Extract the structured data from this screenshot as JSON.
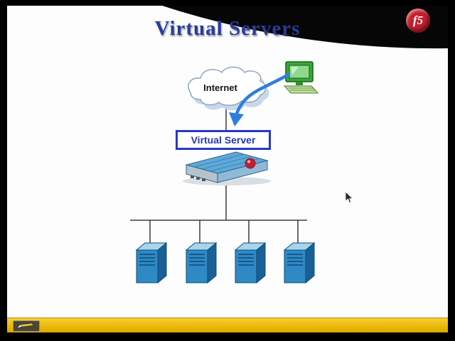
{
  "slide": {
    "title": "Virtual Servers"
  },
  "logo": {
    "text": "f5"
  },
  "diagram": {
    "internet_label": "Internet",
    "virtual_server_label": "Virtual Server",
    "server_count": 4,
    "icons": [
      "internet-cloud-icon",
      "workstation-icon",
      "traffic-arrow-icon",
      "bigip-appliance-icon",
      "f5-ball-icon",
      "server-tower-icon",
      "mouse-cursor-icon",
      "pen-tool-icon",
      "f5-logo"
    ]
  },
  "colors": {
    "title_text": "#283c9c",
    "box_border": "#2438c8",
    "box_text": "#2438b8",
    "arrow": "#2f7de0",
    "line": "#3c3c3c",
    "server_front": "#2f89c5",
    "server_top": "#a8d4ee",
    "server_side": "#1a6096",
    "server_outline": "#0d4a78",
    "cloud_stroke": "#90a4b8",
    "cloud_shadow": "#c6d8ea",
    "appliance_top": "#5ea9d8",
    "appliance_front": "#b4c3cc",
    "appliance_right": "#8fb9d8",
    "f5_red": "#c41f30",
    "taskbar": "#eebf10",
    "monitor_green": "#3aa53a",
    "screen_green": "#8fd98f",
    "keyboard_green": "#c2e3a2"
  }
}
